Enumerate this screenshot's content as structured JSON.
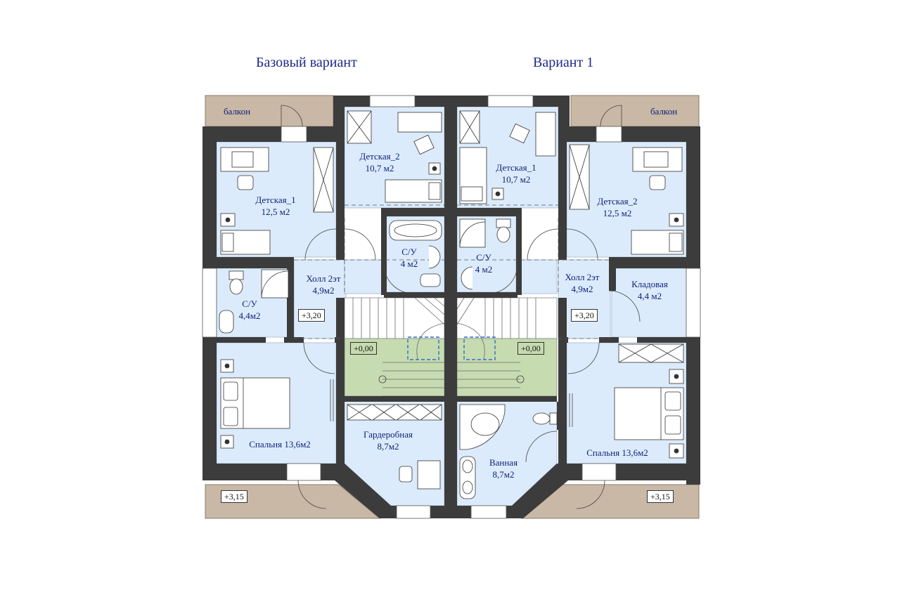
{
  "headings": {
    "left": "Базовый  вариант",
    "right": "Вариант 1"
  },
  "colors": {
    "room_fill": "#dcebfb",
    "wall": "#3c3c3c",
    "balcony": "#c9b8a5",
    "stair_landing": "#c6dbb0",
    "label_text": "#0b1f7a"
  },
  "left_plan": {
    "balcony_top": "балкон",
    "child2": {
      "name": "Детская_2",
      "area": "10,7 м2"
    },
    "child1": {
      "name": "Детская_1",
      "area": "12,5 м2"
    },
    "bath": {
      "name": "С/У",
      "area": "4 м2"
    },
    "hall": {
      "name": "Холл 2эт",
      "area": "4,9м2"
    },
    "wc": {
      "name": "С/У",
      "area": "4,4м2"
    },
    "level_hall": "+3,20",
    "level_stair": "+0,00",
    "wardrobe": {
      "name": "Гардеробная",
      "area": "8,7м2"
    },
    "bedroom": {
      "name": "Спальня  13,6м2"
    },
    "level_balcony": "+3,15"
  },
  "right_plan": {
    "balcony_top": "балкон",
    "child1": {
      "name": "Детская_1",
      "area": "10,7 м2"
    },
    "child2": {
      "name": "Детская_2",
      "area": "12,5 м2"
    },
    "bath": {
      "name": "С/У",
      "area": "4 м2"
    },
    "hall": {
      "name": "Холл 2эт",
      "area": "4,9м2"
    },
    "storage": {
      "name": "Кладовая",
      "area": "4,4 м2"
    },
    "level_hall": "+3,20",
    "level_stair": "+0,00",
    "bathroom": {
      "name": "Ванная",
      "area": "8,7м2"
    },
    "bedroom": {
      "name": "Спальня 13,6м2"
    },
    "level_balcony": "+3,15"
  }
}
